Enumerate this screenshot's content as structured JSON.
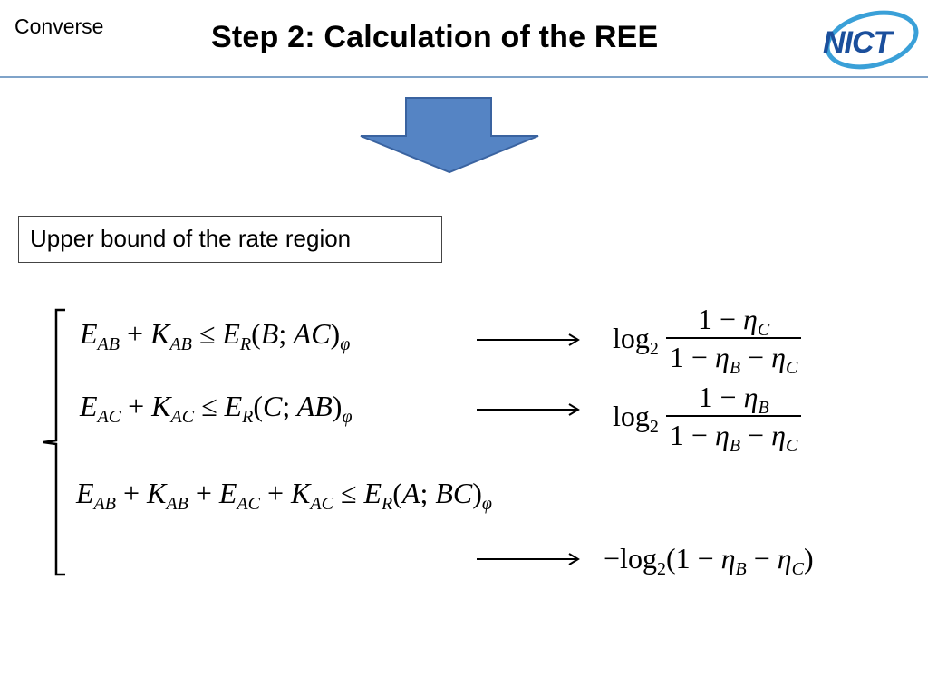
{
  "header": {
    "section": "Converse",
    "title": "Step 2: Calculation of the REE",
    "logo_text": "NICT"
  },
  "colors": {
    "accent": "#4a7ebb",
    "arrow_fill": "#5584c4",
    "arrow_stroke": "#3a63a0",
    "rule": "#7fa3c9"
  },
  "box": {
    "label": "Upper bound of the rate region"
  },
  "equations": [
    {
      "lhs": "E_AB + K_AB ≤ E_R(B;AC)_φ",
      "result": "log₂ (1 − η_C)/(1 − η_B − η_C)"
    },
    {
      "lhs": "E_AC + K_AC ≤ E_R(C;AB)_φ",
      "result": "log₂ (1 − η_B)/(1 − η_B − η_C)"
    },
    {
      "lhs": "E_AB + K_AB + E_AC + K_AC ≤ E_R(A;BC)_φ",
      "result": "−log₂(1 − η_B − η_C)"
    }
  ]
}
